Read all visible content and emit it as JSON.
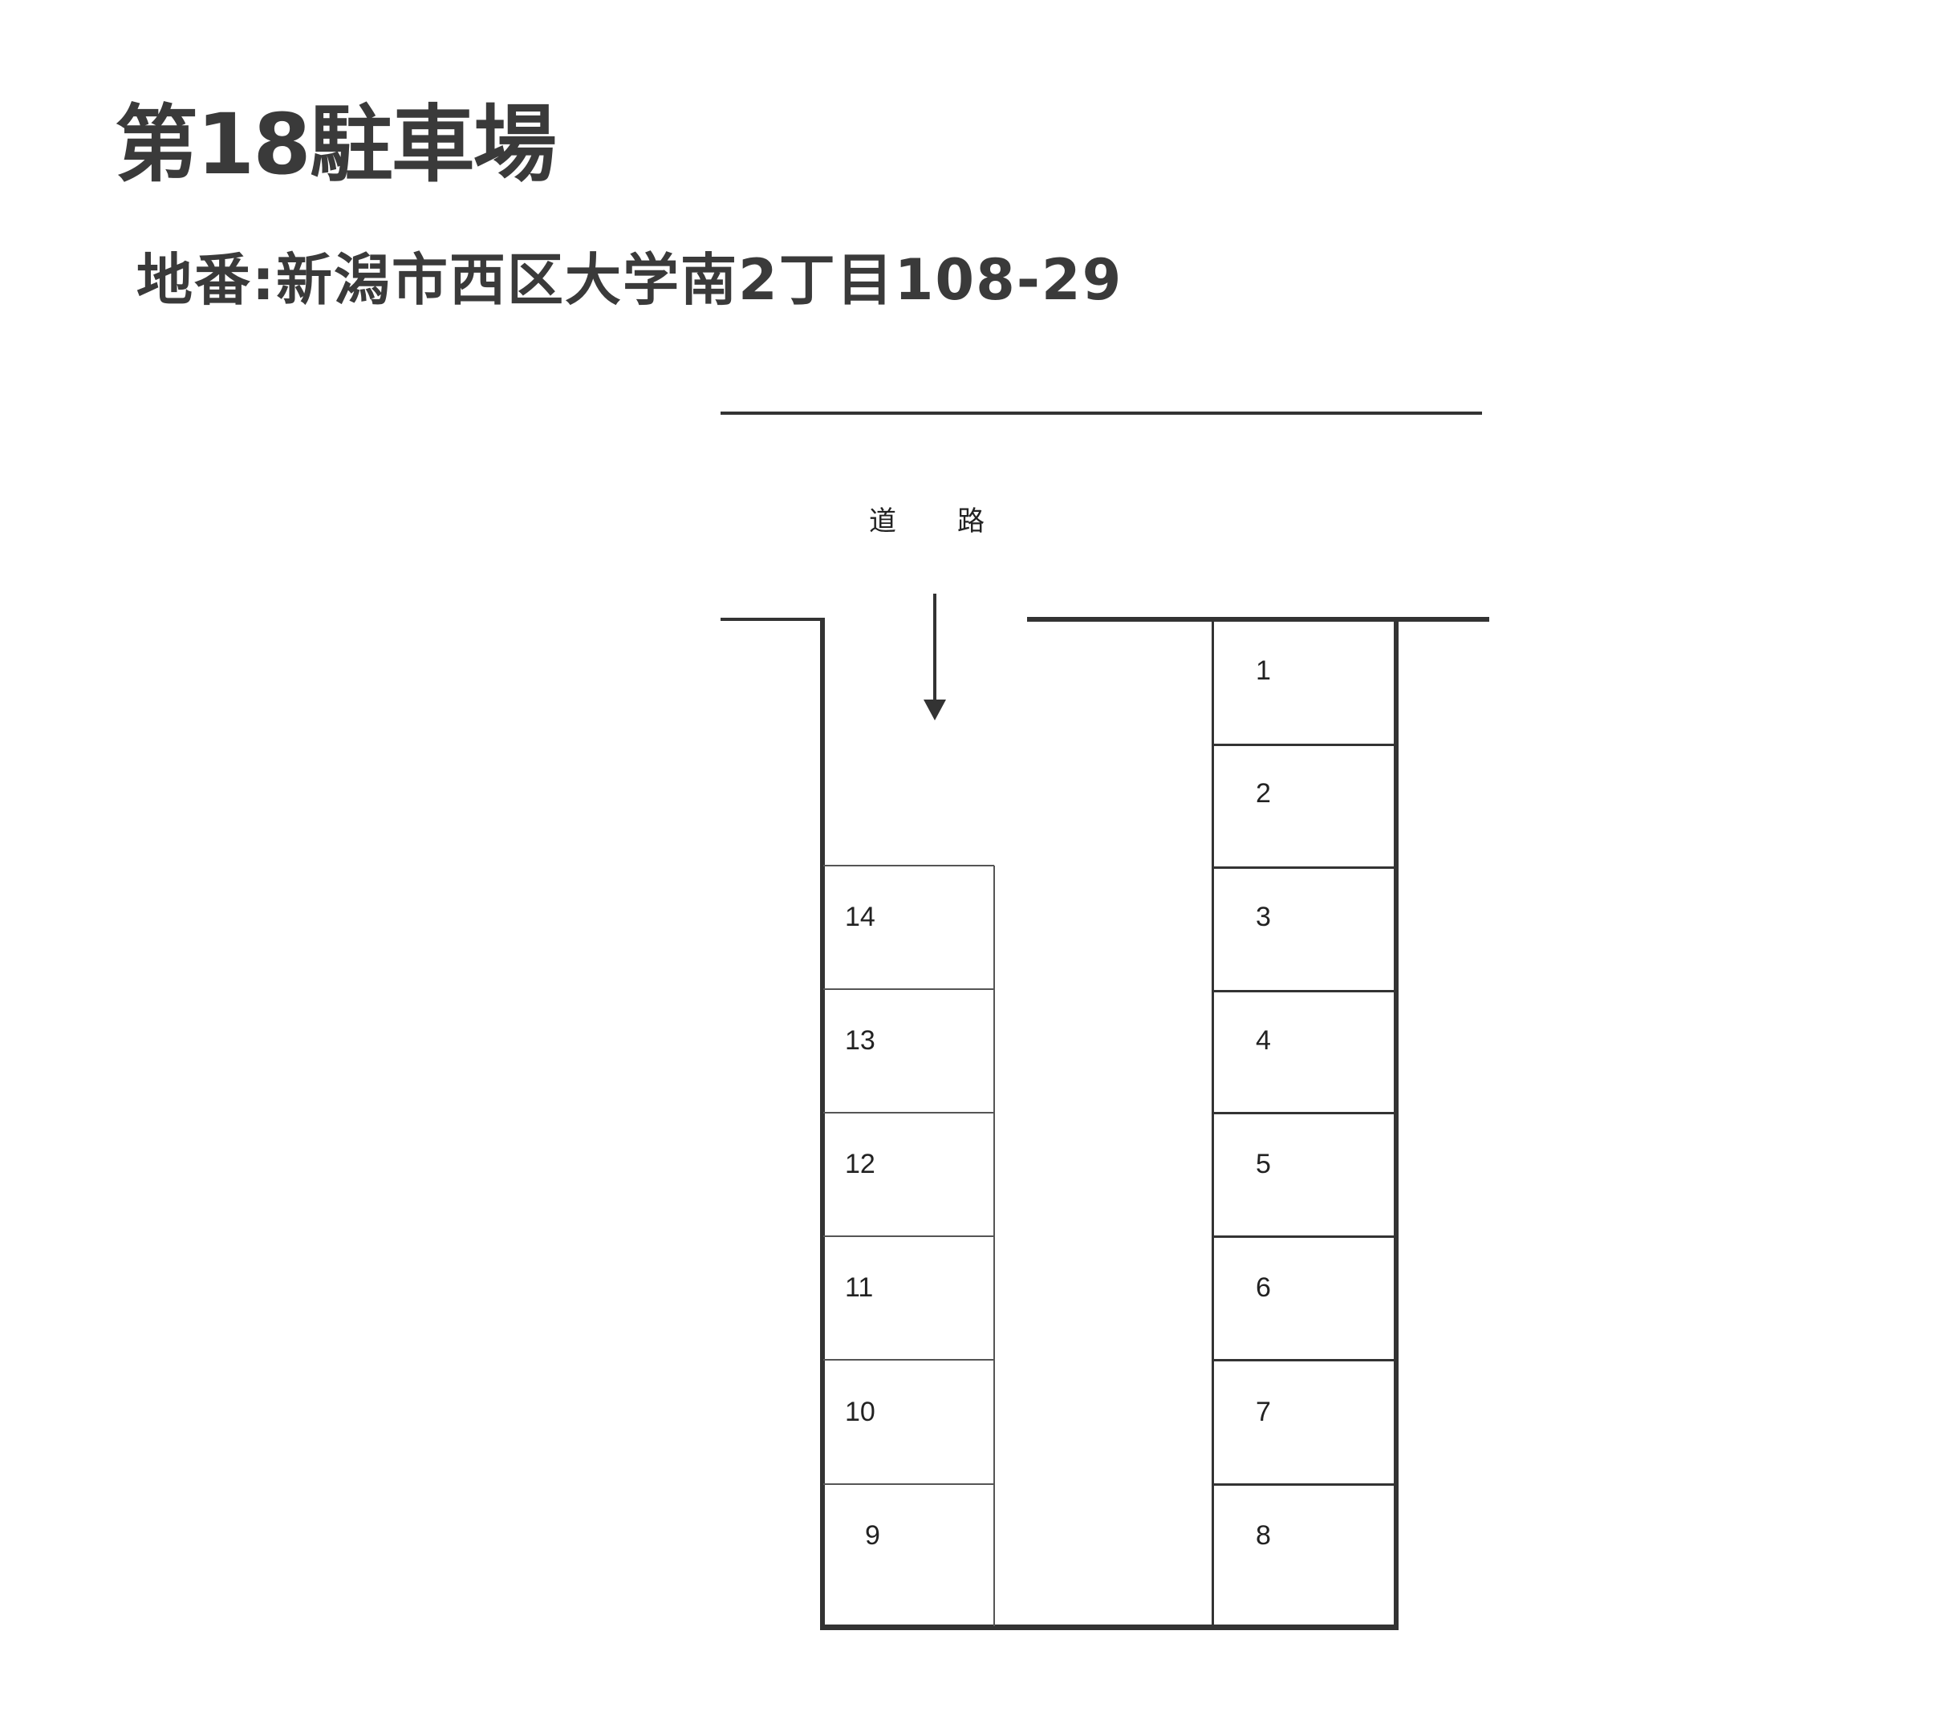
{
  "header": {
    "title": "第18駐車場",
    "address": "地番:新潟市西区大学南2丁目108-29"
  },
  "map": {
    "road_label_1": "道",
    "road_label_2": "路",
    "entrance_arrow": "arrow-down",
    "stalls_right": [
      "1",
      "2",
      "3",
      "4",
      "5",
      "6",
      "7",
      "8"
    ],
    "stalls_left": [
      "14",
      "13",
      "12",
      "11",
      "10",
      "9"
    ]
  }
}
